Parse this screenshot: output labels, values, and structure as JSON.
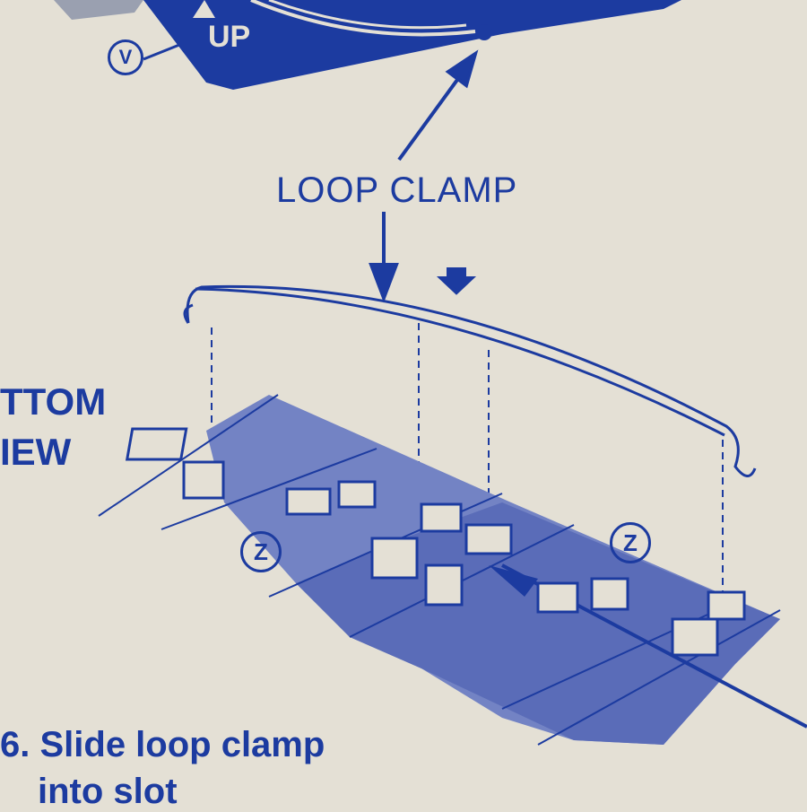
{
  "callout": "LOOP CLAMP",
  "view_label": [
    "TTOM",
    "IEW"
  ],
  "top_part_label": "UP",
  "part_markers": {
    "v": "V",
    "z_left": "Z",
    "z_right": "Z"
  },
  "instruction": {
    "line1": "6. Slide loop clamp",
    "line2": "into slot"
  },
  "colors": {
    "ink": "#1c3ba0",
    "paper": "#e4e0d5",
    "shade": "#7383c4"
  }
}
